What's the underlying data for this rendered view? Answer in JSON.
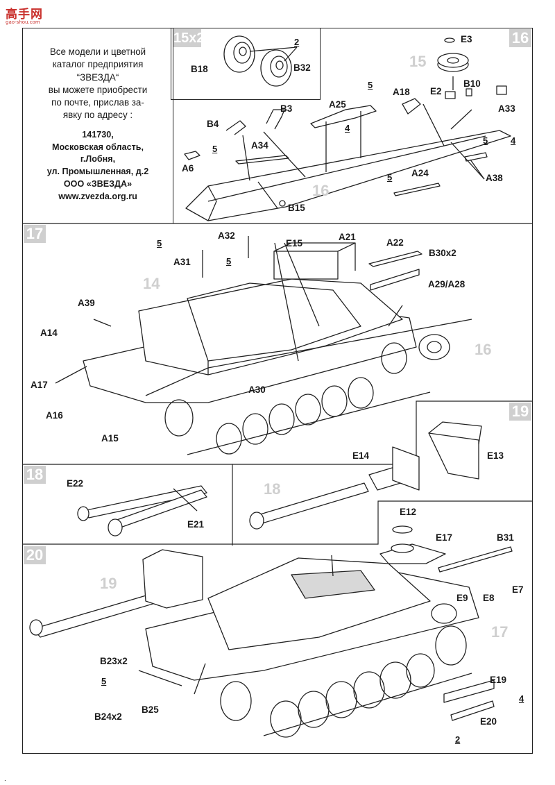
{
  "watermark": {
    "main": "高手网",
    "sub": "gao-shou.com"
  },
  "info": {
    "lines": [
      "Все модели и цветной",
      "каталог предприятия",
      "“ЗВЕЗДА“",
      "вы можете приобрести",
      "по почте, прислав за-",
      "явку по адресу :"
    ],
    "address": [
      "141730,",
      "Московская область,",
      "г.Лобня,",
      "ул. Промышленная, д.2",
      "ООО «ЗВЕЗДА»",
      "www.zvezda.org.ru"
    ]
  },
  "steps": {
    "s15": "15x2",
    "s16": "16",
    "s17": "17",
    "s18": "18",
    "s19": "19",
    "s20": "20"
  },
  "parts": {
    "B18": "B18",
    "B32": "B32",
    "E3": "E3",
    "A18": "A18",
    "E2": "E2",
    "B10": "B10",
    "A33": "A33",
    "A25": "A25",
    "B3": "B3",
    "B4": "B4",
    "A34": "A34",
    "A6": "A6",
    "B15": "B15",
    "A38": "A38",
    "A24": "A24",
    "A32": "A32",
    "E15": "E15",
    "A21": "A21",
    "A22": "A22",
    "B30x2": "B30x2",
    "A31": "A31",
    "A29A28": "A29/A28",
    "A39": "A39",
    "A14": "A14",
    "A17": "A17",
    "A30": "A30",
    "A16": "A16",
    "A15": "A15",
    "E14": "E14",
    "E13": "E13",
    "E22": "E22",
    "E21": "E21",
    "E12": "E12",
    "E17": "E17",
    "B31": "B31",
    "E7": "E7",
    "E9": "E9",
    "E8": "E8",
    "B23x2": "B23x2",
    "B24x2": "B24x2",
    "B25": "B25",
    "E19": "E19",
    "E20": "E20"
  },
  "refs": {
    "r2a": "2",
    "r5a": "5",
    "r4a": "4",
    "r5b": "5",
    "r5c": "5",
    "r5d": "5",
    "r4b": "4",
    "r5e": "5",
    "r5f": "5",
    "r5g": "5",
    "r4c": "4",
    "r2b": "2"
  },
  "ghosts": {
    "g15": "15",
    "g16a": "16",
    "g14": "14",
    "g16b": "16",
    "g18": "18",
    "g19": "19",
    "g17": "17"
  },
  "footer_mark": "."
}
